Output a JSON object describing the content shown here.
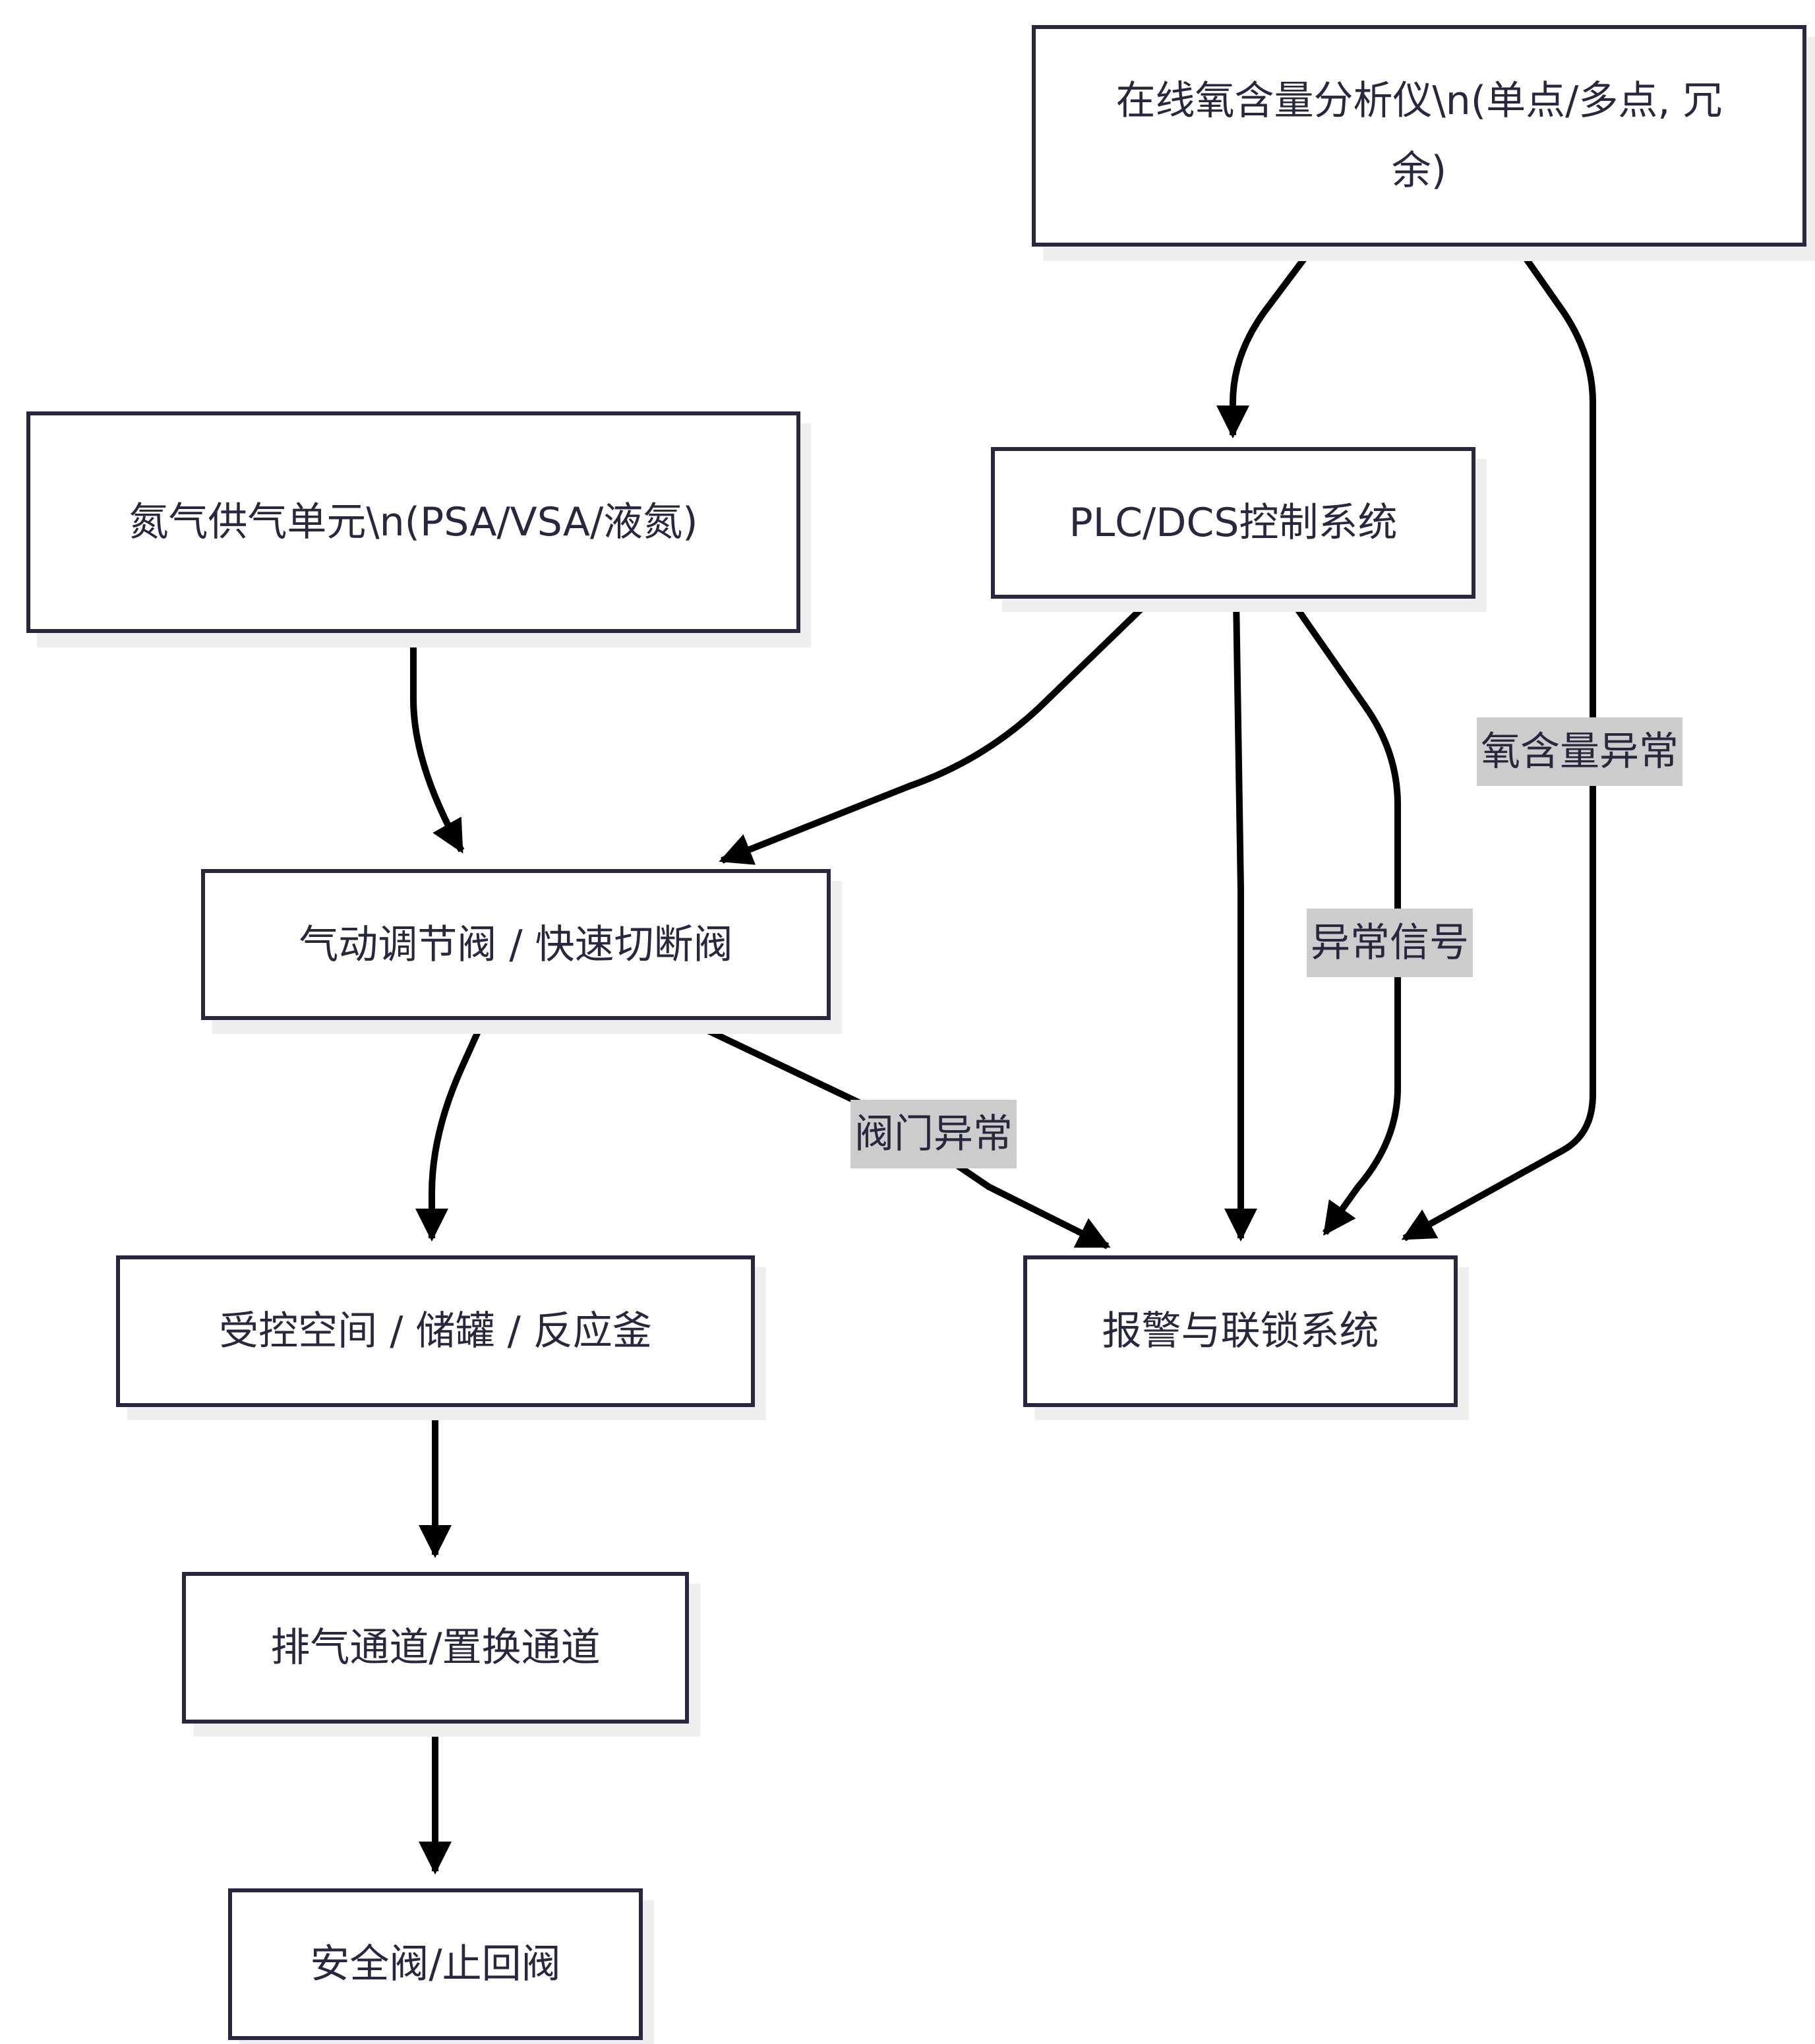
{
  "diagram": {
    "type": "flowchart",
    "colors": {
      "node_border": "#27273d",
      "node_fill": "#ffffff",
      "node_shadow": "#efefef",
      "edge": "#000000",
      "edge_label_bg": "#cccccc",
      "text": "#27273d"
    },
    "nodes": [
      {
        "id": "analyzer",
        "label": "在线氧含量分析仪\\n(单点/多点, 冗余)"
      },
      {
        "id": "n2supply",
        "label": "氮气供气单元\\n(PSA/VSA/液氮)"
      },
      {
        "id": "plc",
        "label": "PLC/DCS控制系统"
      },
      {
        "id": "valve",
        "label": "气动调节阀 / 快速切断阀"
      },
      {
        "id": "space",
        "label": "受控空间 / 储罐 / 反应釜"
      },
      {
        "id": "alarm",
        "label": "报警与联锁系统"
      },
      {
        "id": "exhaust",
        "label": "排气通道/置换通道"
      },
      {
        "id": "safety",
        "label": "安全阀/止回阀"
      }
    ],
    "edges": [
      {
        "from": "analyzer",
        "to": "plc",
        "label": ""
      },
      {
        "from": "analyzer",
        "to": "alarm",
        "label": "氧含量异常"
      },
      {
        "from": "n2supply",
        "to": "valve",
        "label": ""
      },
      {
        "from": "plc",
        "to": "valve",
        "label": ""
      },
      {
        "from": "plc",
        "to": "alarm",
        "label": ""
      },
      {
        "from": "plc",
        "to": "alarm",
        "label": "异常信号"
      },
      {
        "from": "valve",
        "to": "space",
        "label": ""
      },
      {
        "from": "valve",
        "to": "alarm",
        "label": "阀门异常"
      },
      {
        "from": "space",
        "to": "exhaust",
        "label": ""
      },
      {
        "from": "exhaust",
        "to": "safety",
        "label": ""
      }
    ]
  }
}
